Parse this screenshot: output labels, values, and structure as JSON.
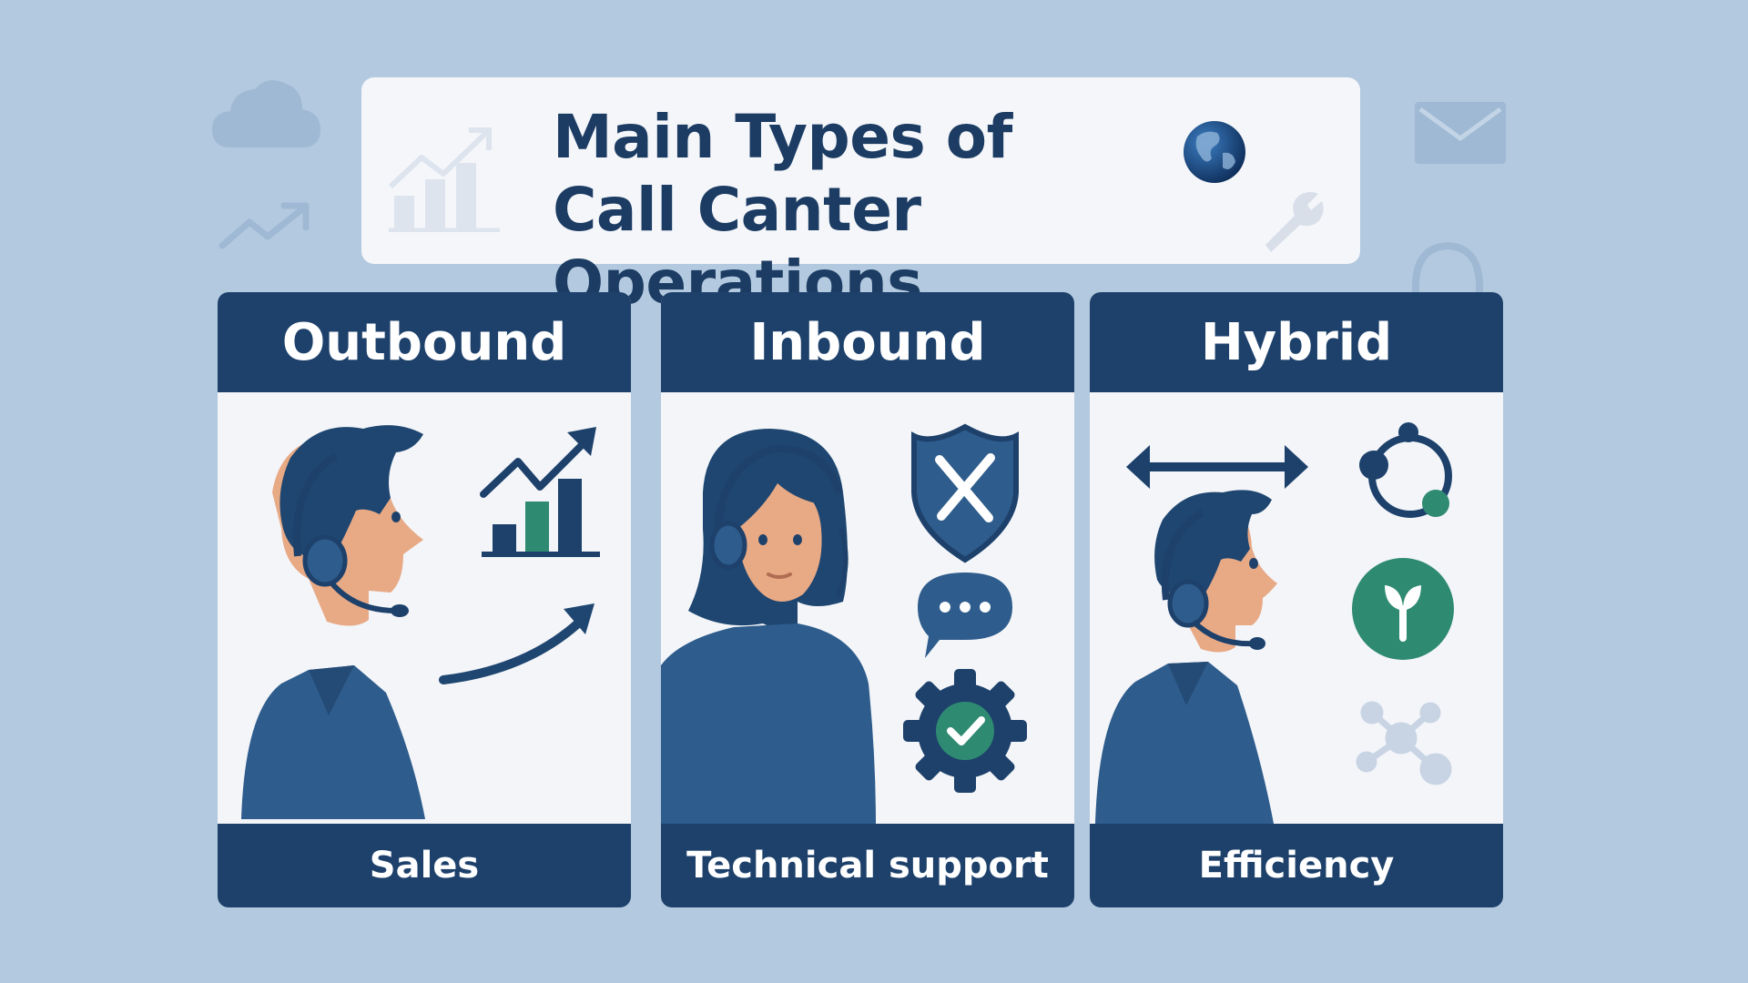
{
  "title": "Main Types of Call Canter Operations",
  "panels": [
    {
      "header": "Outbound",
      "footer": "Sales"
    },
    {
      "header": "Inbound",
      "footer": "Technical support"
    },
    {
      "header": "Hybrid",
      "footer": "Efficiency"
    }
  ],
  "icons": {
    "outbound": [
      "headset-agent-icon",
      "bar-chart-growth-icon",
      "curved-arrow-icon"
    ],
    "inbound": [
      "headset-agent-icon",
      "shield-tools-icon",
      "chat-bubble-icon",
      "gear-check-icon"
    ],
    "hybrid": [
      "headset-agent-icon",
      "double-arrow-icon",
      "cycle-icon",
      "sprout-icon",
      "network-icon"
    ],
    "background": [
      "cloud-icon",
      "trend-arrow-icon",
      "envelope-icon",
      "wrench-icon",
      "globe-icon"
    ]
  },
  "colors": {
    "background": "#b3c9df",
    "navy": "#1d416b",
    "shirt": "#2e5c8c",
    "skin": "#e8a985",
    "green": "#2f8a72",
    "card": "#f3f5f9"
  }
}
